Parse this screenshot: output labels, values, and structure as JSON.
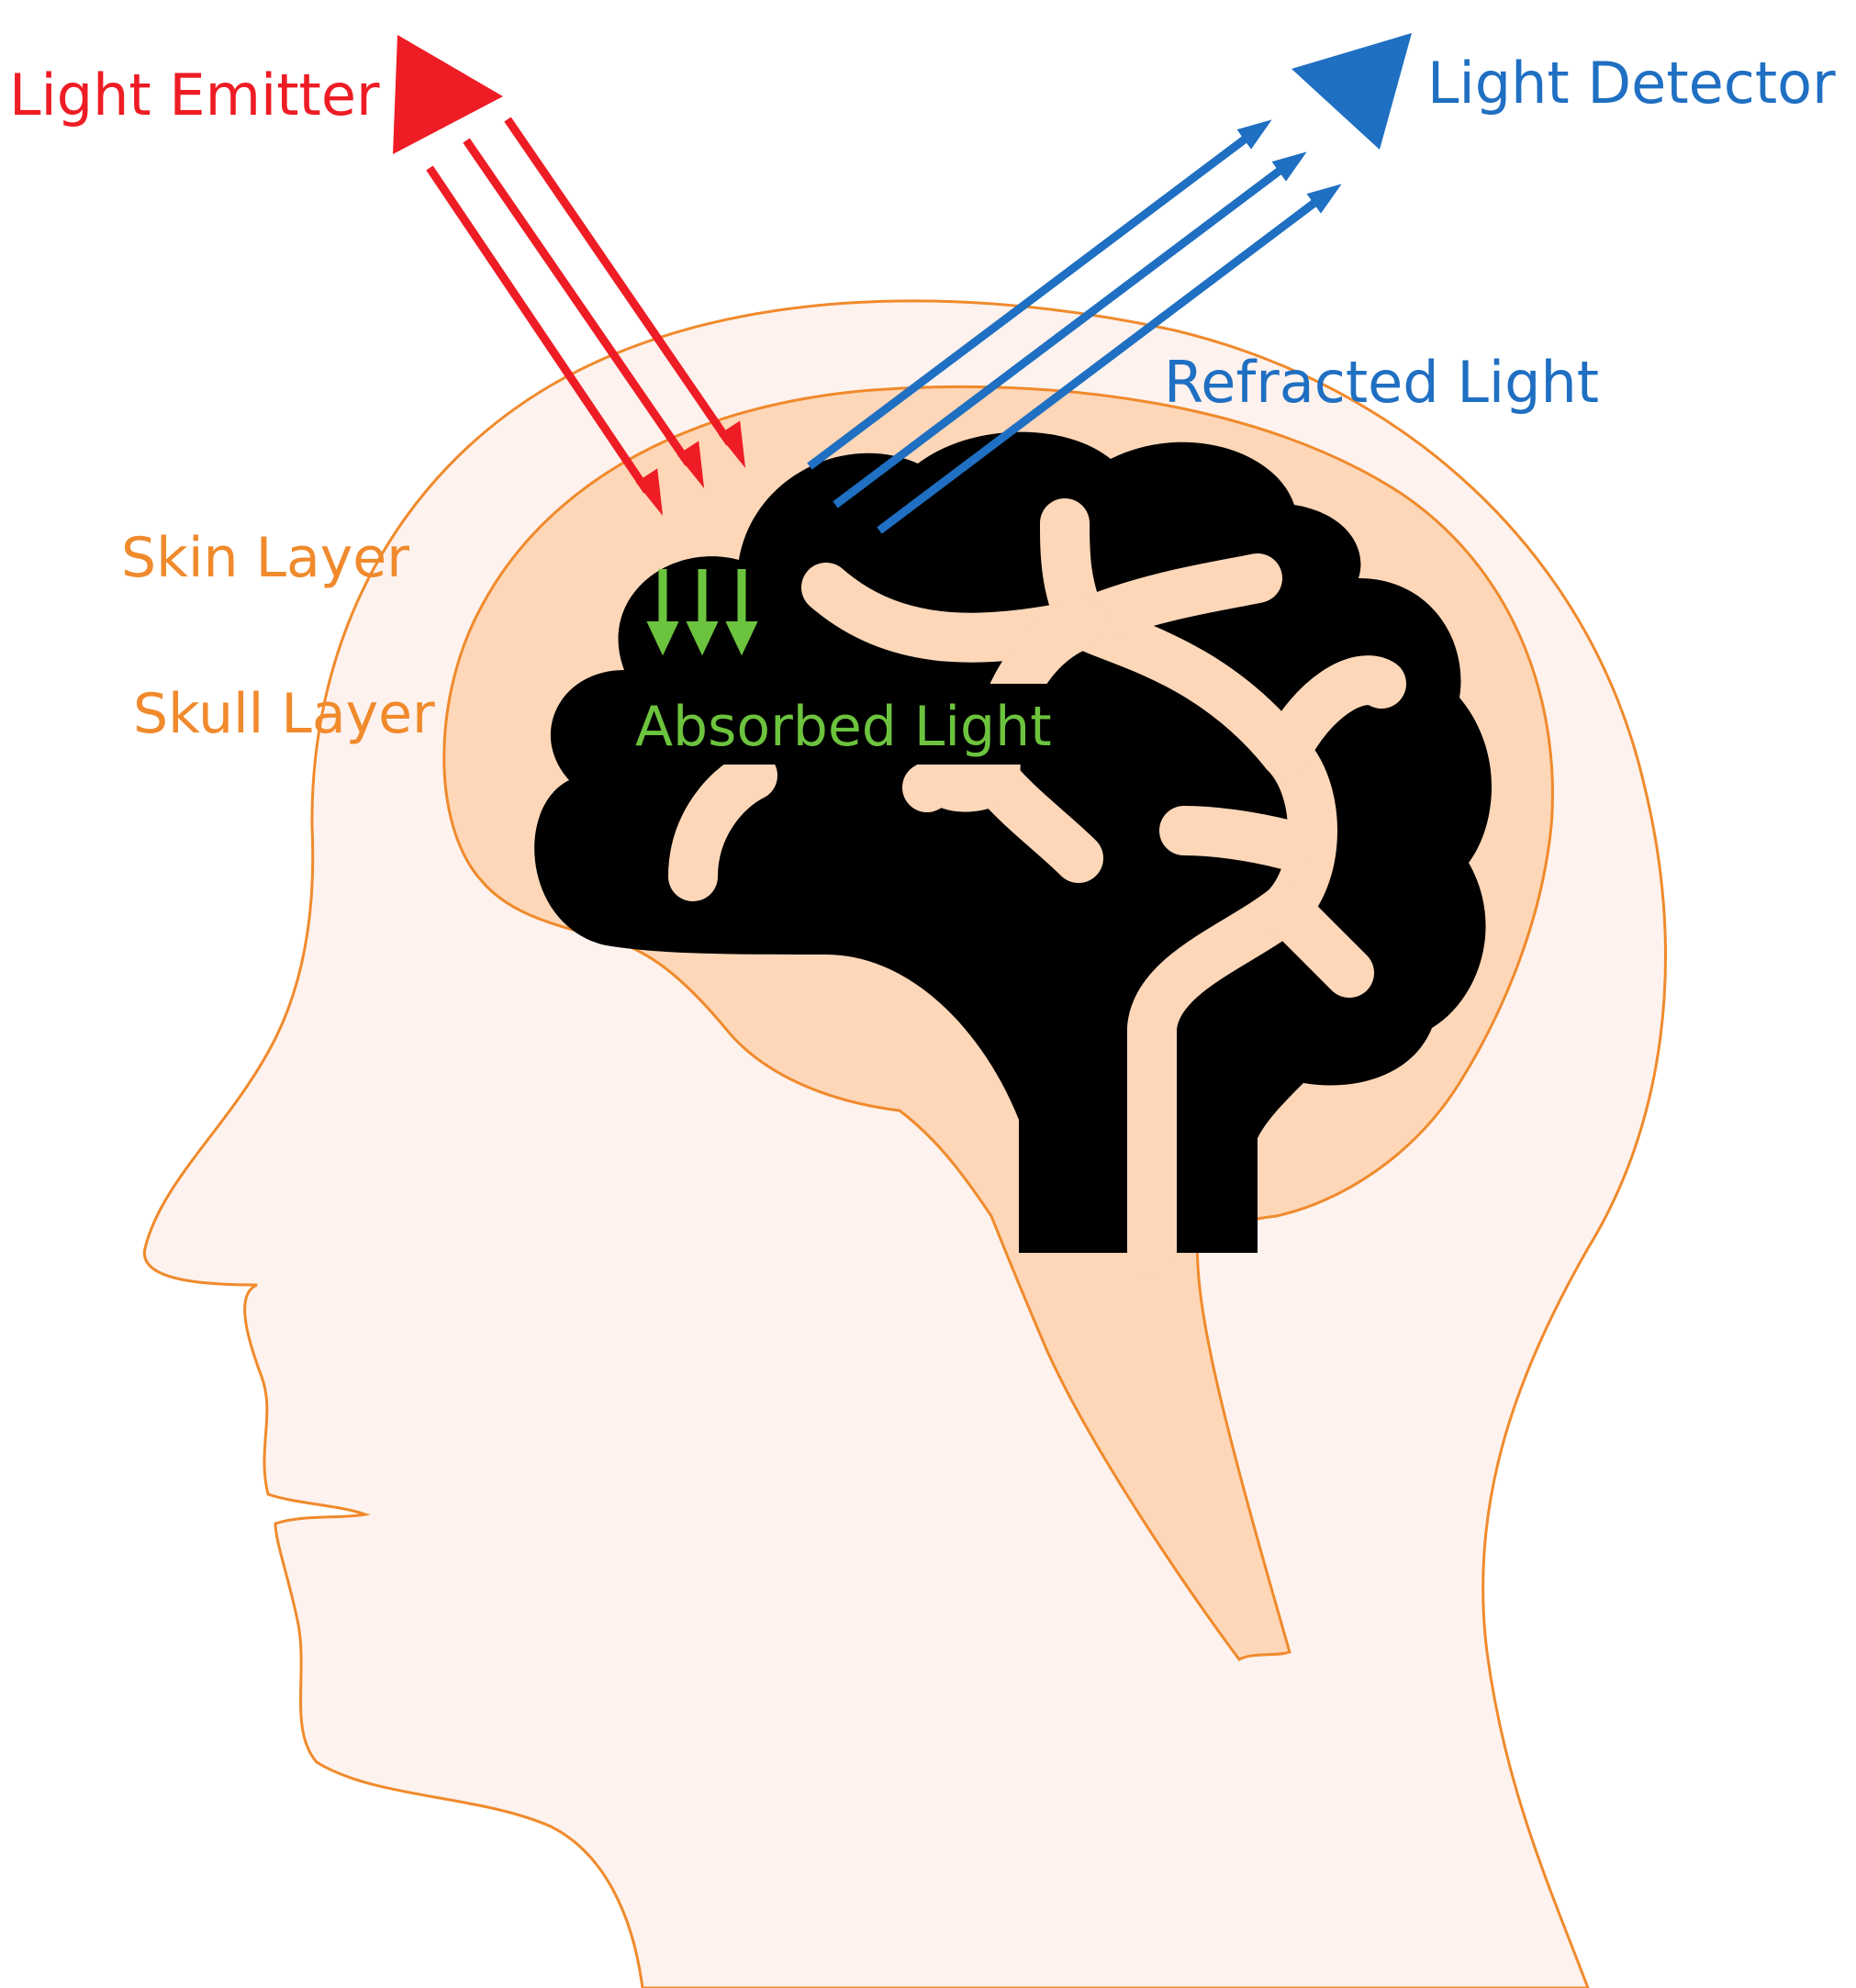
{
  "labels": {
    "emitter": "Light Emitter",
    "detector": "Light Detector",
    "refracted": "Refracted Light",
    "skin": "Skin Layer",
    "skull": "Skull Layer",
    "absorbed": "Absorbed Light"
  },
  "colors": {
    "emitter": "#ee1c24",
    "detector": "#1f6fc2",
    "absorbed": "#6cc33d",
    "layer_text": "#f08a2c",
    "skin_fill": "#fdf2ee",
    "skull_fill": "#fdd7b8",
    "outline": "#f08a2c",
    "brain": "#000000",
    "vessel": "#fdd7b8"
  }
}
